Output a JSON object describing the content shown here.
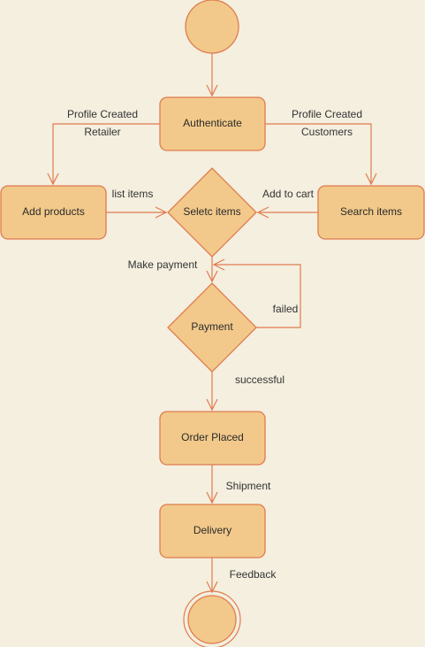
{
  "diagram": {
    "nodes": {
      "start": "",
      "authenticate": "Authenticate",
      "add_products": "Add products",
      "select_items": "Seletc items",
      "search_items": "Search items",
      "payment": "Payment",
      "order_placed": "Order Placed",
      "delivery": "Delivery",
      "end": ""
    },
    "edges": {
      "auth_to_add_line1": "Profile Created",
      "auth_to_add_line2": "Retailer",
      "auth_to_search_line1": "Profile Created",
      "auth_to_search_line2": "Customers",
      "add_to_select": "list items",
      "search_to_select": "Add to cart",
      "select_to_payment": "Make payment",
      "payment_retry": "failed",
      "payment_to_order": "successful",
      "order_to_delivery": "Shipment",
      "delivery_to_end": "Feedback"
    },
    "colors": {
      "background": "#F4EFDF",
      "node_fill": "#F2C98A",
      "stroke": "#E07B4F",
      "text": "#2B2B2B"
    }
  }
}
